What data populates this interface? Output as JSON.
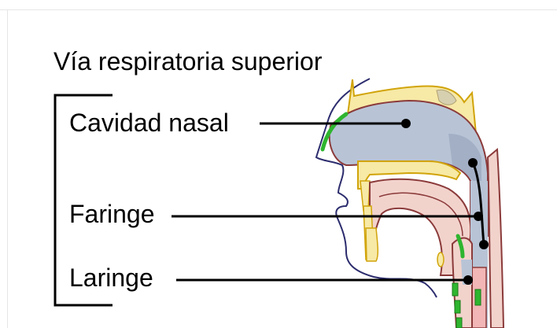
{
  "diagram": {
    "title": "Vía respiratoria superior",
    "labels": {
      "nasal_cavity": "Cavidad nasal",
      "pharynx": "Faringe",
      "larynx": "Laringe"
    }
  },
  "colors": {
    "bone": "#f7e9a6",
    "bone_stroke": "#d1a40a",
    "airway": "#b8c4d6",
    "tissue": "#f2d3cc",
    "outline": "#8b3a3a",
    "skin_line": "#2c2c6e",
    "mucosa": "#2fb52f"
  }
}
